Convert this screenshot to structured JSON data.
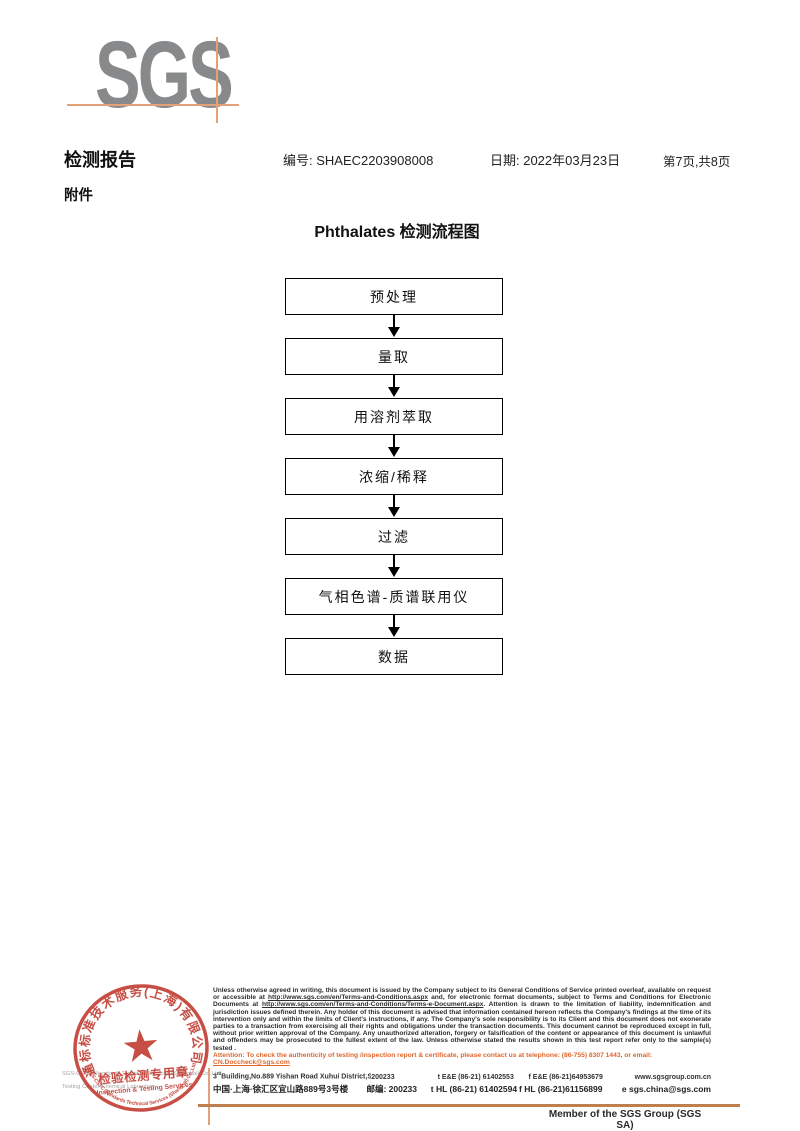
{
  "logo": {
    "text": "SGS"
  },
  "header": {
    "report_title": "检测报告",
    "report_no": "编号: SHAEC2203908008",
    "date": "日期: 2022年03月23日",
    "pages": "第7页,共8页",
    "attachment": "附件"
  },
  "flowchart": {
    "title": "Phthalates 检测流程图",
    "steps": [
      "预处理",
      "量取",
      "用溶剂萃取",
      "浓缩/稀释",
      "过滤",
      "气相色谱-质谱联用仪",
      "数据"
    ]
  },
  "stamp": {
    "ring_cn": "通标标准技术服务(上海)有限公司",
    "ring_en": "SGS-CSTC Standards Technical Services (Shanghai) Co.,Ltd.",
    "star": "★",
    "center_cn": "检验检测专用章",
    "center_en": "Inspection & Testing Services"
  },
  "footer": {
    "company_line1": "SGS-CSTC Standards Technical Services (Shanghai) Co.,Ltd.",
    "company_line2": "Testing Center-Chemical Laboratory",
    "legal": {
      "seg1": "Unless otherwise agreed in writing, this document is issued by the Company subject to its General Conditions of Service printed overleaf, available on request or accessible at ",
      "link1": "http://www.sgs.com/en/Terms-and-Conditions.aspx",
      "seg2": " and, for electronic format documents, subject to Terms and Conditions for Electronic Documents at ",
      "link2": "http://www.sgs.com/en/Terms-and-Conditions/Terms-e-Document.aspx",
      "seg3": ". Attention is drawn to the limitation of liability, indemnification and jurisdiction issues defined therein. Any holder of this document is advised that information contained hereon reflects the Company's findings at the time of its intervention only and within the limits of Client's instructions, if any. The Company's sole responsibility is to its Client and this document does not exonerate parties to a transaction from exercising all their rights and obligations under the transaction documents. This document cannot be reproduced except in full, without prior written approval of the Company. Any unauthorized alteration, forgery or falsification of the content or appearance of this document is unlawful and offenders may be prosecuted to the fullest extent of the law. Unless otherwise stated the results shown in this test report refer only to the sample(s) tested ."
    },
    "attention": {
      "text": "Attention: To check the authenticity of testing /inspection report & certificate, please contact us at telephone: (86-755) 8307 1443, or email: ",
      "email": "CN.Doccheck@sgs.com"
    },
    "address": {
      "en": {
        "num": "3",
        "sup": "rd",
        "rest": "Building,No.889 Yishan Road Xuhui District,Shanghai China",
        "zip": "200233",
        "tel": "t E&E (86-21) 61402553",
        "fax": "f E&E (86-21)64953679",
        "web": "www.sgsgroup.com.cn"
      },
      "cn": {
        "addr": "中国·上海·徐汇区宜山路889号3号楼",
        "zip": "邮编: 200233",
        "tel": "t HL (86-21) 61402594",
        "fax": "f HL (86-21)61156899",
        "email": "e sgs.china@sgs.com"
      }
    },
    "member": "Member of the SGS Group (SGS SA)"
  },
  "colors": {
    "logo_gray": "#87898b",
    "crop_orange": "#e2a177",
    "stamp_red": "#c23b31",
    "attention_orange": "#e0662c",
    "footer_line_tan": "#bf7e4e"
  }
}
